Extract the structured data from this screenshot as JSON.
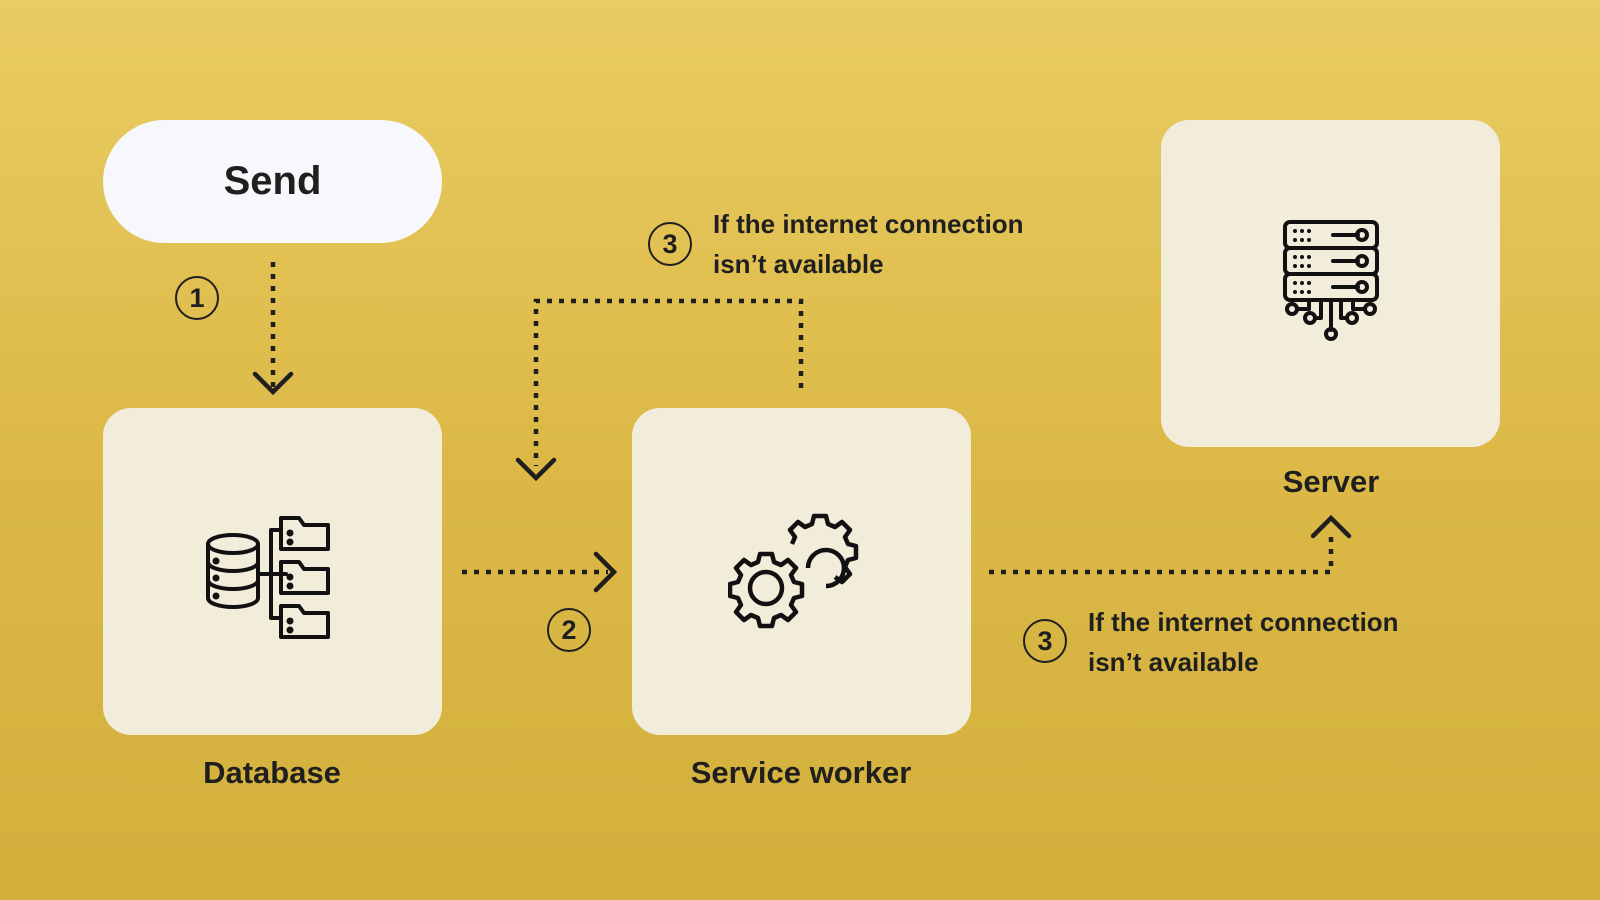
{
  "send_button": {
    "label": "Send"
  },
  "nodes": {
    "database": {
      "label": "Database",
      "icon": "database-folders-icon"
    },
    "service_worker": {
      "label": "Service worker",
      "icon": "gears-icon"
    },
    "server": {
      "label": "Server",
      "icon": "server-icon"
    }
  },
  "steps": [
    {
      "number": "1"
    },
    {
      "number": "2"
    },
    {
      "number": "3",
      "note_line1": "If the internet connection",
      "note_line2": "isn’t available"
    },
    {
      "number": "3",
      "note_line1": "If the internet connection",
      "note_line2": "isn’t available"
    }
  ],
  "colors": {
    "background": "#dcb947",
    "card": "#f2ecda",
    "pill": "#f7f8fb",
    "ink": "#1f1f1f"
  }
}
